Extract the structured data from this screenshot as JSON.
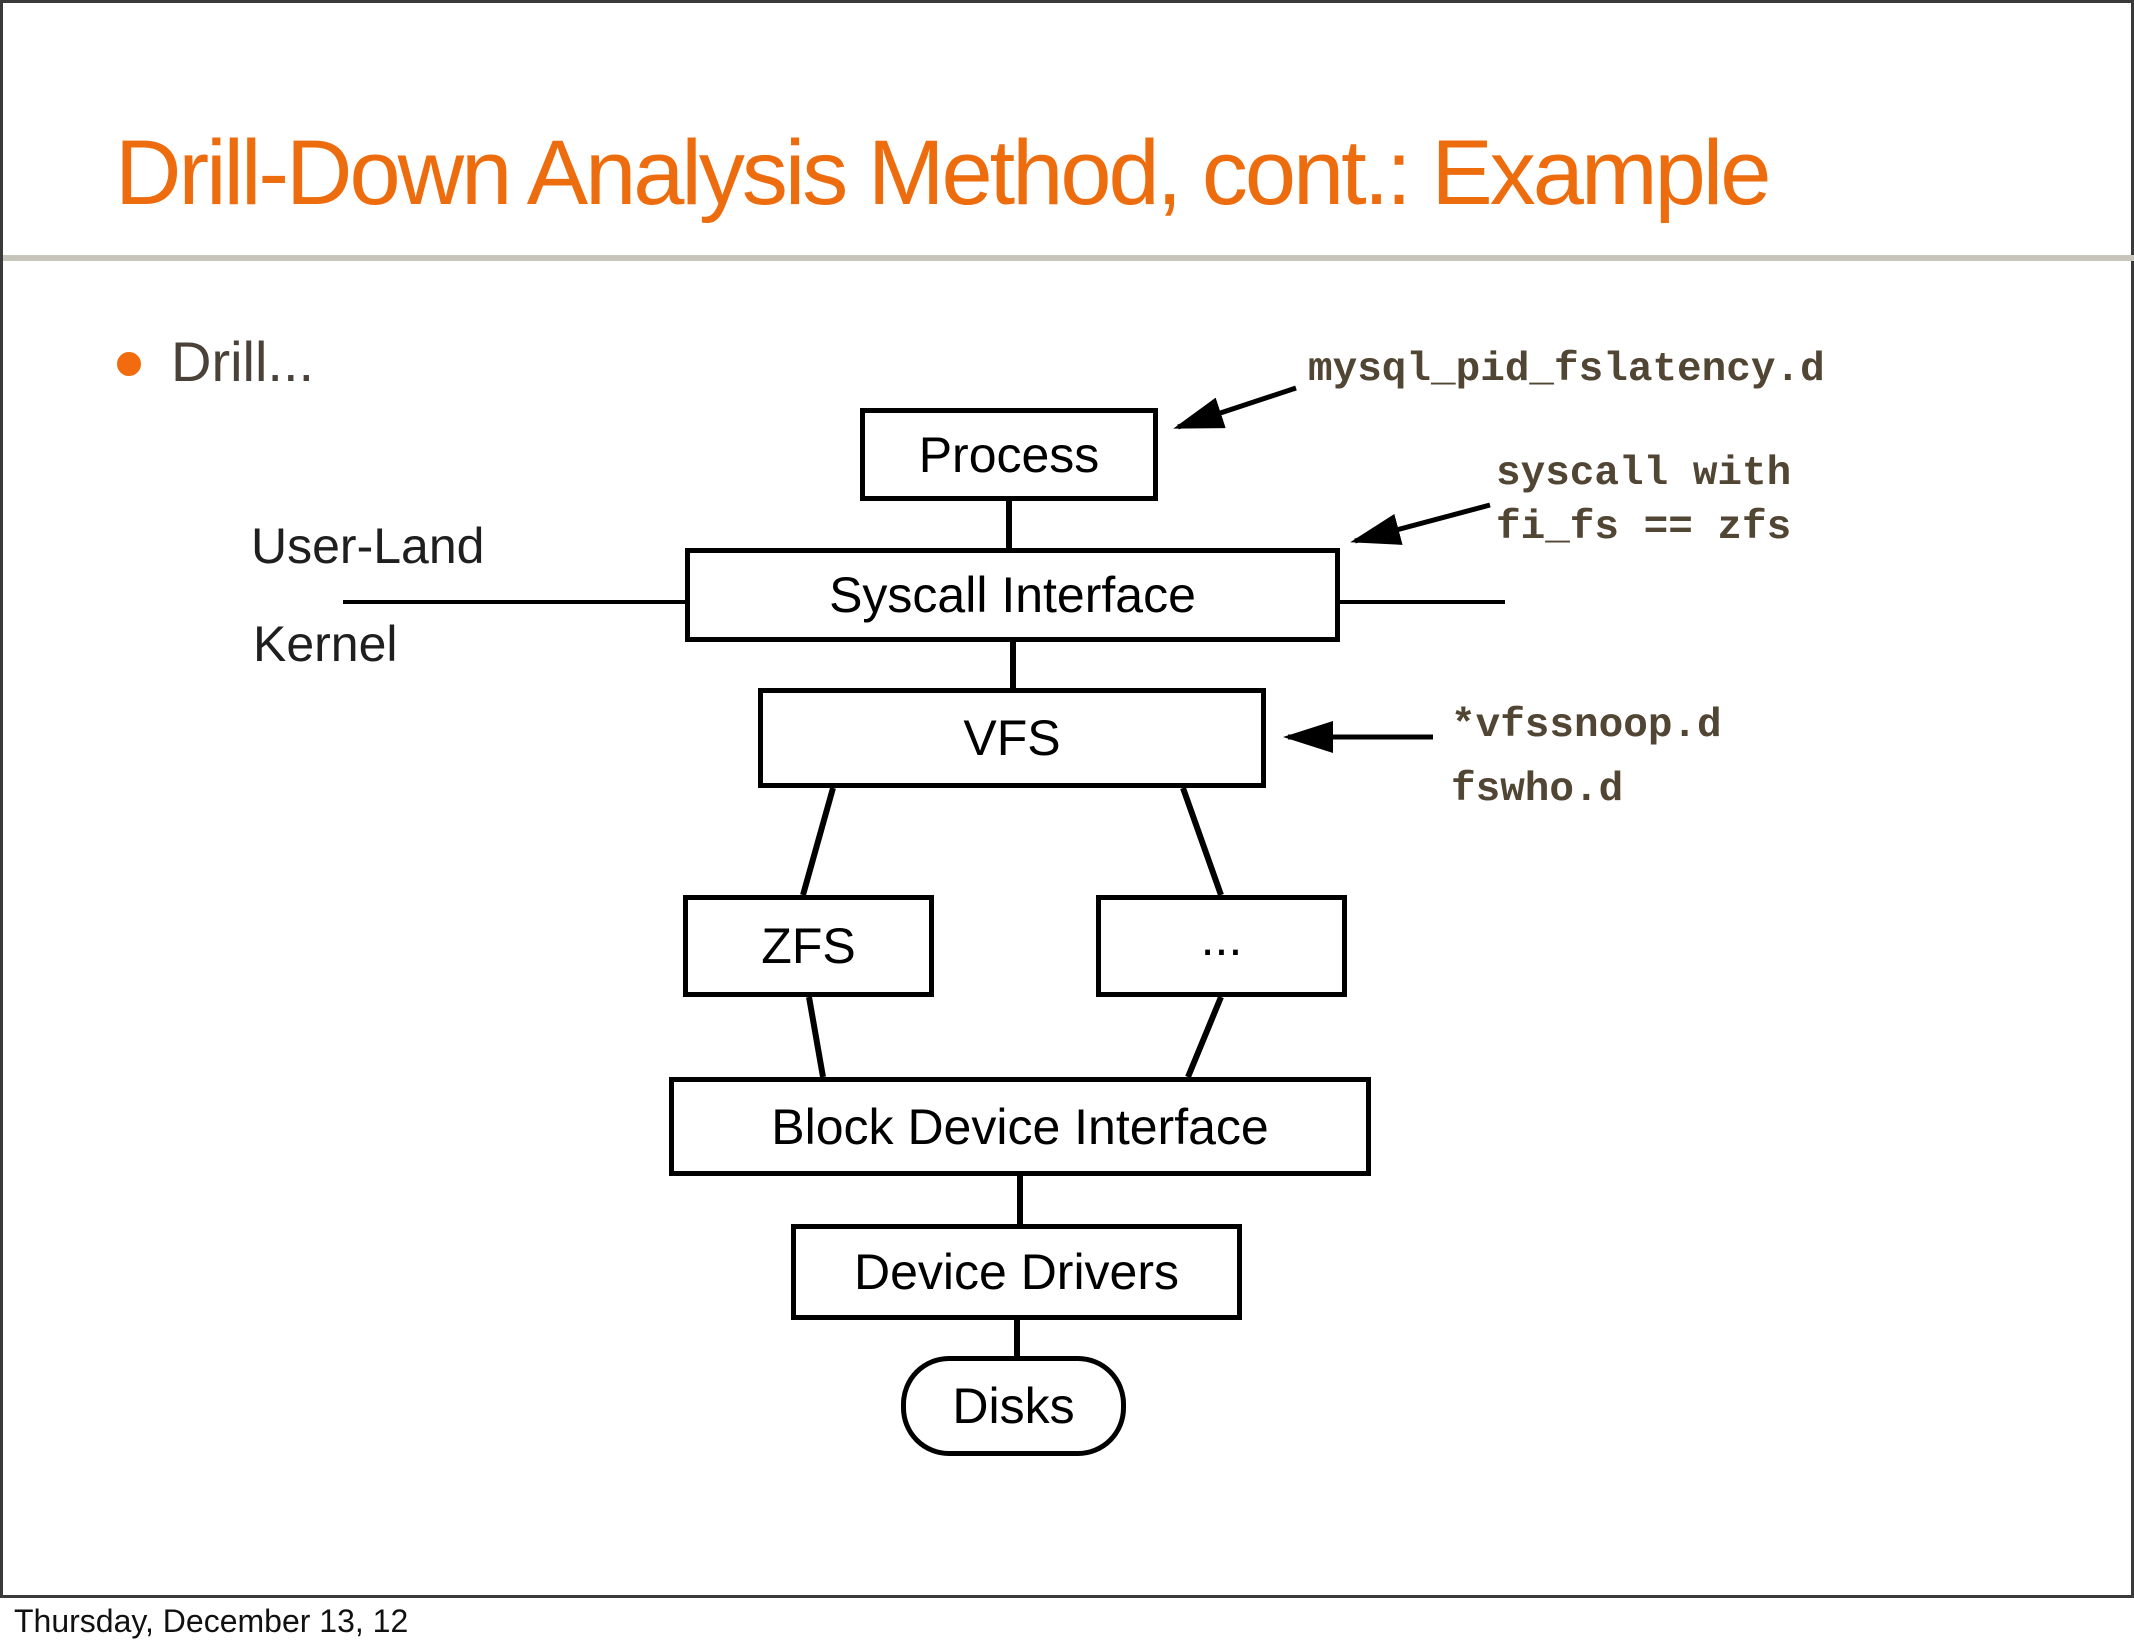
{
  "slide": {
    "title": "Drill-Down Analysis Method, cont.: Example",
    "bullet": "Drill...",
    "footer": "Thursday, December 13, 12"
  },
  "labels": {
    "userland": "User-Land",
    "kernel": "Kernel"
  },
  "annotations": {
    "process_script": "mysql_pid_fslatency.d",
    "syscall_note_line1": "syscall with",
    "syscall_note_line2": "fi_fs == zfs",
    "vfs_script_line1": "*vfssnoop.d",
    "vfs_script_line2": "fswho.d"
  },
  "diagram": {
    "nodes": [
      {
        "id": "process",
        "label": "Process"
      },
      {
        "id": "syscall",
        "label": "Syscall Interface"
      },
      {
        "id": "vfs",
        "label": "VFS"
      },
      {
        "id": "zfs",
        "label": "ZFS"
      },
      {
        "id": "other",
        "label": "..."
      },
      {
        "id": "bdi",
        "label": "Block Device Interface"
      },
      {
        "id": "drivers",
        "label": "Device Drivers"
      },
      {
        "id": "disks",
        "label": "Disks"
      }
    ]
  },
  "colors": {
    "title_orange": "#ED6C0E",
    "bullet_orange": "#F26B0F",
    "body_text": "#4A4138",
    "annotation_brown": "#514534",
    "divider_gray": "#c6c4bb",
    "line_black": "#000000"
  }
}
